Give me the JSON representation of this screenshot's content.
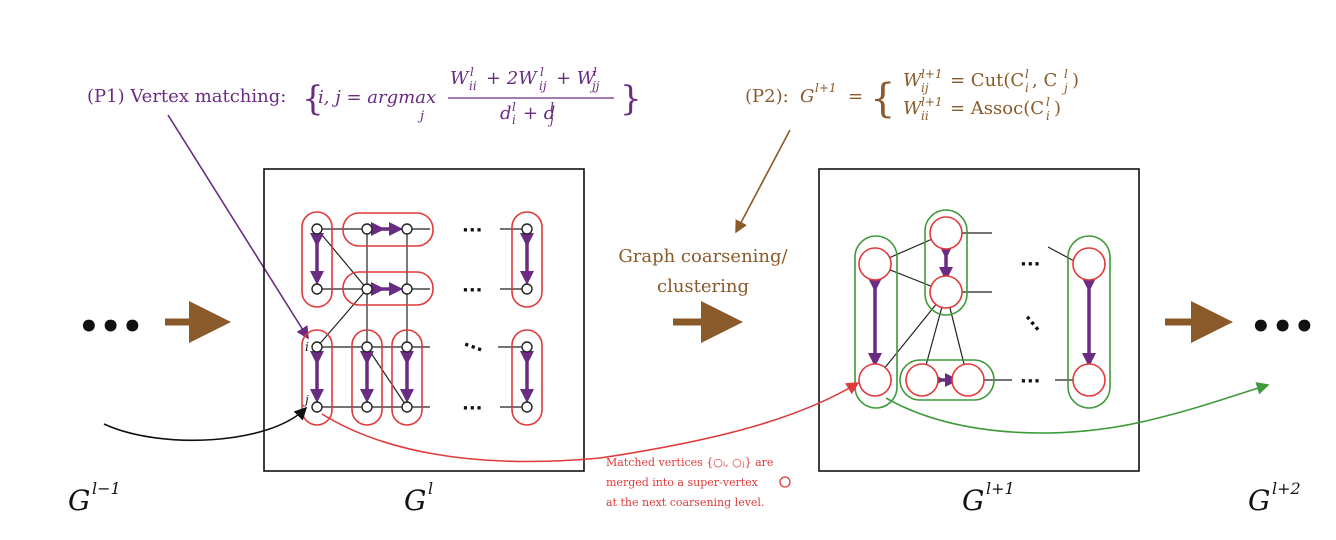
{
  "p1": {
    "prefix": "(P1) Vertex matching:",
    "lbrace": "{",
    "head": "i, j = argmax",
    "sub_j": "j",
    "numerator": "W",
    "numerator_full": "Wᴵᴵ + 2Wᴵⱼ + Wⱼⱼ",
    "num_a": "W",
    "num_a_sup": "l",
    "num_a_sub": "ii",
    "num_plus1": "+ 2W",
    "num_b_sup": "l",
    "num_b_sub": "ij",
    "num_plus2": "+ W",
    "num_c_sup": "l",
    "num_c_sub": "jj",
    "den_a": "d",
    "den_a_sup": "l",
    "den_a_sub": "i",
    "den_plus": "+ d",
    "den_b_sup": "l",
    "den_b_sub": "j",
    "rbrace": "}"
  },
  "p2": {
    "prefix": "(P2):",
    "G": "G",
    "G_sup": "l+1",
    "eq": "=",
    "lbrace": "{",
    "line1_W": "W",
    "line1_sup": "l+1",
    "line1_sub": "ij",
    "line1_rhs": "= Cut(C",
    "line1_c1_sup": "l",
    "line1_c1_sub": "i",
    "line1_comma": ", C",
    "line1_c2_sup": "l",
    "line1_c2_sub": "j",
    "line1_close": ")",
    "line2_W": "W",
    "line2_sup": "l+1",
    "line2_sub": "ii",
    "line2_rhs": "= Assoc(C",
    "line2_c_sup": "l",
    "line2_c_sub": "i",
    "line2_close": ")"
  },
  "middle_label": {
    "line1": "Graph coarsening/",
    "line2": "clustering"
  },
  "ellipsis": "•••",
  "dots": "···",
  "labels": {
    "g_prev": "G",
    "g_prev_sup": "l−1",
    "g_l": "G",
    "g_l_sup": "l",
    "g_next": "G",
    "g_next_sup": "l+1",
    "g_next2": "G",
    "g_next2_sup": "l+2"
  },
  "node_labels": {
    "i": "i",
    "j": "j"
  },
  "note": {
    "line1": "Matched vertices {○ᵢ, ○ⱼ} are",
    "line2": "merged into a super-vertex",
    "line3": "at the next coarsening level."
  },
  "colors": {
    "purple": "#6a2c82",
    "brown": "#8a5a2a",
    "red": "#e03a3a",
    "green": "#3f9a3a",
    "black": "#111111"
  }
}
